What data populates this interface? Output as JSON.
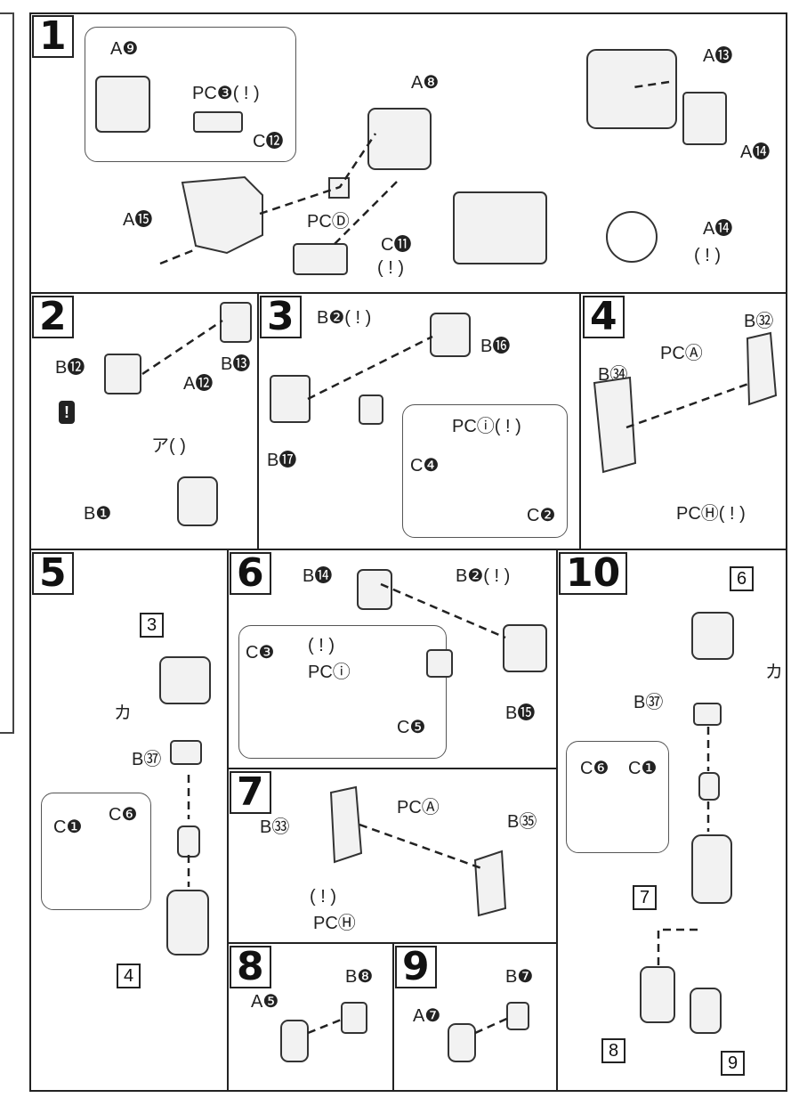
{
  "steps": [
    {
      "num": "1",
      "labels": [
        "A❾",
        "PC❸( ! )",
        "A❽",
        "C⓬",
        "A⓯",
        "PCⒹ",
        "C⓫",
        "( ! )",
        "A⓭",
        "A⓮",
        "A⓮",
        "( ! )"
      ]
    },
    {
      "num": "2",
      "labels": [
        "B⓬",
        "B⓭",
        "A⓬",
        "B❶",
        "ア(  )",
        "!"
      ]
    },
    {
      "num": "3",
      "labels": [
        "B❷( ! )",
        "B⓰",
        "B⓱",
        "PCⓘ( ! )",
        "C❹",
        "C❷"
      ]
    },
    {
      "num": "4",
      "labels": [
        "B㉜",
        "PCⒶ",
        "B㉞",
        "PCⒽ( ! )"
      ]
    },
    {
      "num": "5",
      "labels": [
        "カ",
        "B㊲",
        "C❶",
        "C❻"
      ],
      "refs": [
        "3",
        "4"
      ]
    },
    {
      "num": "6",
      "labels": [
        "B⓮",
        "B❷( ! )",
        "C❸",
        "( ! )",
        "PCⓘ",
        "C❺",
        "B⓯"
      ]
    },
    {
      "num": "7",
      "labels": [
        "B㉝",
        "PCⒶ",
        "B㉟",
        "( ! )",
        "PCⒽ"
      ]
    },
    {
      "num": "8",
      "labels": [
        "A❺",
        "B❽"
      ]
    },
    {
      "num": "9",
      "labels": [
        "A❼",
        "B❼"
      ]
    },
    {
      "num": "10",
      "labels": [
        "カ",
        "B㊲",
        "C❻",
        "C❶"
      ],
      "refs": [
        "6",
        "7",
        "8",
        "9"
      ]
    }
  ]
}
